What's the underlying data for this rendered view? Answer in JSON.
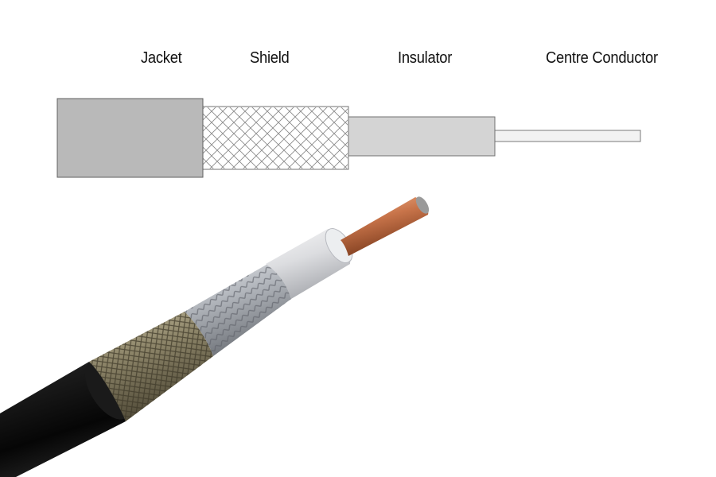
{
  "labels": {
    "jacket": "Jacket",
    "shield": "Shield",
    "insulator": "Insulator",
    "centre_conductor": "Centre Conductor"
  },
  "colors": {
    "jacket_diagram": "#b9b9b9",
    "shield_mesh": "#8a8a8a",
    "insulator_diagram": "#d6d6d6",
    "conductor_diagram": "#f0f0f0",
    "outline": "#555555",
    "photo_jacket": "#121212",
    "photo_braid": "#8c8468",
    "photo_foil": "#b4b8be",
    "photo_dielectric": "#dcdde0",
    "photo_copper": "#c8744a"
  }
}
